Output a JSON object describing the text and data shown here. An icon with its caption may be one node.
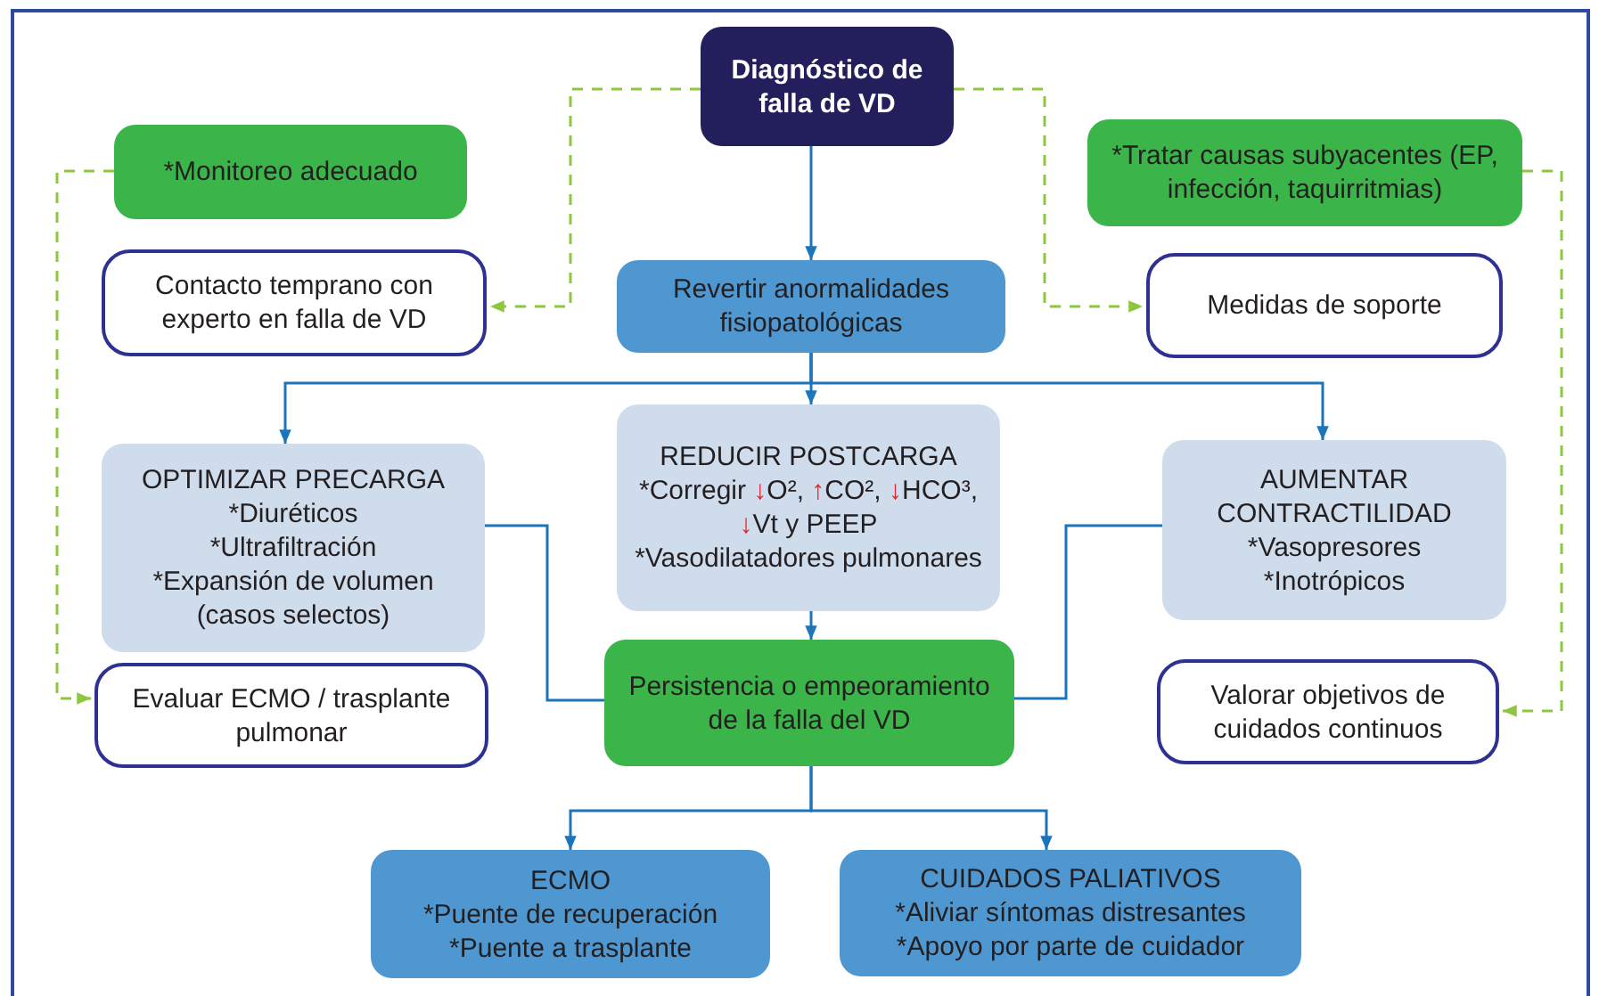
{
  "diagram": {
    "nodes": [
      {
        "text": [
          "Diagnóstico de falla de VD"
        ]
      },
      {
        "text": [
          "*Monitoreo adecuado"
        ]
      },
      {
        "text": [
          "Contacto temprano con experto en falla de VD"
        ]
      },
      {
        "text": [
          "Revertir anormalidades fisiopatológicas"
        ]
      },
      {
        "text": [
          "*Tratar causas subyacentes (EP, infección, taquirritmias)"
        ]
      },
      {
        "text": [
          "Medidas de soporte"
        ]
      },
      {
        "text": [
          "OPTIMIZAR PRECARGA",
          "*Diuréticos",
          "*Ultrafiltración",
          "*Expansión de volumen (casos selectos)"
        ]
      },
      {
        "text": [
          "REDUCIR POSTCARGA",
          "*Corregir ↓O², ↑CO², ↓HCO³, ↓Vt y PEEP",
          "*Vasodilatadores pulmonares"
        ]
      },
      {
        "text": [
          "AUMENTAR CONTRACTILIDAD",
          "*Vasopresores",
          "*Inotrópicos"
        ]
      },
      {
        "text": [
          "Evaluar ECMO / trasplante pulmonar"
        ]
      },
      {
        "text": [
          "Persistencia o empeoramiento de la falla del VD"
        ]
      },
      {
        "text": [
          "Valorar objetivos de cuidados continuos"
        ]
      },
      {
        "text": [
          "ECMO",
          "*Puente de recuperación",
          "*Puente a trasplante"
        ]
      },
      {
        "text": [
          "CUIDADOS PALIATIVOS",
          "*Aliviar síntomas distresantes",
          "*Apoyo por parte de cuidador"
        ]
      }
    ],
    "edges": [
      {
        "from": 0,
        "to": 3,
        "arrow": "to"
      },
      {
        "from": 0,
        "to": 2,
        "arrow": "to",
        "style": "dashed",
        "color": "#8dc63f"
      },
      {
        "from": 0,
        "to": 5,
        "arrow": "to",
        "style": "dashed",
        "color": "#8dc63f"
      },
      {
        "from": 1,
        "to": 9,
        "arrow": "to",
        "style": "dashed",
        "color": "#8dc63f"
      },
      {
        "from": 4,
        "to": 11,
        "arrow": "to",
        "style": "dashed",
        "color": "#8dc63f"
      },
      {
        "from": 3,
        "to": 6,
        "arrow": "to"
      },
      {
        "from": 3,
        "to": 7,
        "arrow": "to"
      },
      {
        "from": 3,
        "to": 8,
        "arrow": "to"
      },
      {
        "from": 7,
        "to": 10,
        "arrow": "to"
      },
      {
        "from": 6,
        "to": 10,
        "arrow": "none"
      },
      {
        "from": 8,
        "to": 10,
        "arrow": "none"
      },
      {
        "from": 10,
        "to": 12,
        "arrow": "to"
      },
      {
        "from": 10,
        "to": 13,
        "arrow": "to"
      }
    ]
  }
}
